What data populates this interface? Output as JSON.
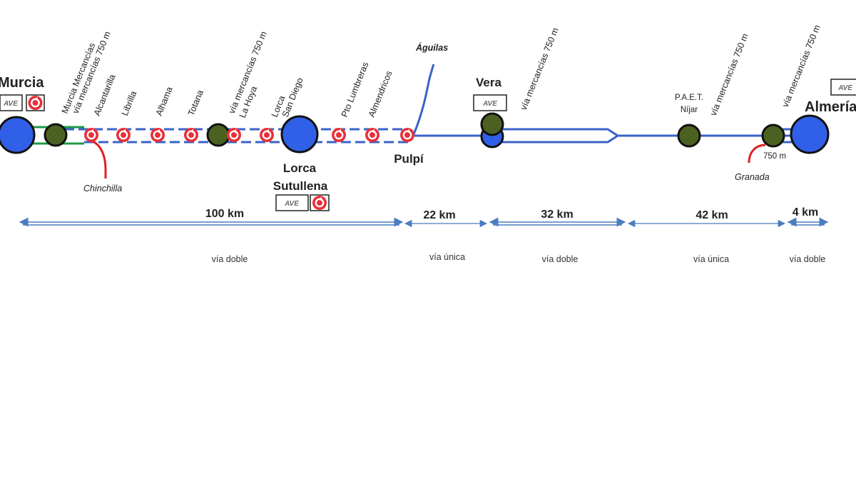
{
  "stations": {
    "murcia": "Murcia",
    "lorca_sutullena_1": "Lorca",
    "lorca_sutullena_2": "Sutullena",
    "pulpi": "Pulpí",
    "vera": "Vera",
    "almeria": "Almería",
    "paet_1": "P.A.E.T.",
    "paet_2": "Níjar"
  },
  "rotated_labels": {
    "murcia_mercancias": "Murcia Mercancías",
    "via_murcia": "vía mercancías 750 m",
    "alcantarilla": "Alcantarilla",
    "librilla": "Librilla",
    "alhama": "Alhama",
    "totana": "Totana",
    "via_lahoya": "vía mercancías 750 m",
    "la_hoya": "La Hoya",
    "lorca_sd_1": "Lorca",
    "lorca_sd_2": "San Diego",
    "pto_lumbreras": "Pto Lumbreras",
    "almendricos": "Almendricos",
    "via_vera": "vía mercancías 750 m",
    "via_nijar": "vía mercancías 750 m",
    "via_almeria": "vía mercancías 750 m"
  },
  "branches": {
    "chinchilla": "Chinchilla",
    "aguilas": "Águilas",
    "granada": "Granada",
    "granada_len": "750 m"
  },
  "ave_label": "AVE",
  "segments": [
    {
      "km": "100 km",
      "type": "vía doble"
    },
    {
      "km": "22 km",
      "type": "vía única"
    },
    {
      "km": "32 km",
      "type": "vía doble"
    },
    {
      "km": "42 km",
      "type": "vía única"
    },
    {
      "km": "4 km",
      "type": "vía doble"
    }
  ],
  "colors": {
    "track_blue": "#3a63c7",
    "track_green": "#1e9a4a",
    "station_blue": "#3060e8",
    "freight_green": "#4b6121",
    "stop_red": "#e8303a",
    "branch_red": "#e02020",
    "dim_blue": "#4a7cc0"
  }
}
